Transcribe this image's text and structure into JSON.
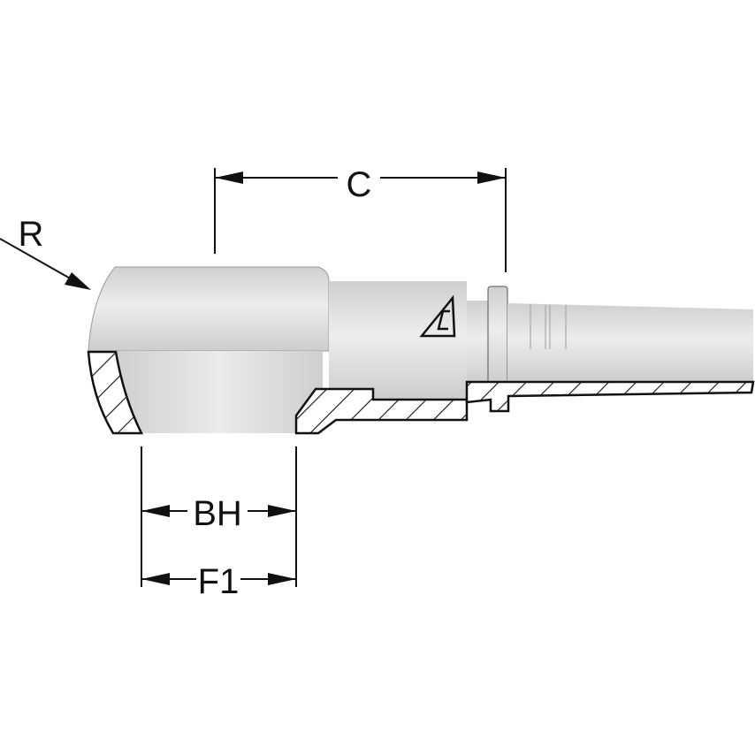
{
  "diagram": {
    "labels": {
      "c": "C",
      "r": "R",
      "bh": "BH",
      "f1": "F1"
    },
    "colors": {
      "outline": "#111111",
      "body_light": "#ececec",
      "body_dark": "#c9c9c9",
      "hatch_fill": "#ffffff"
    },
    "icons": [
      "brand-logo-icon"
    ]
  }
}
